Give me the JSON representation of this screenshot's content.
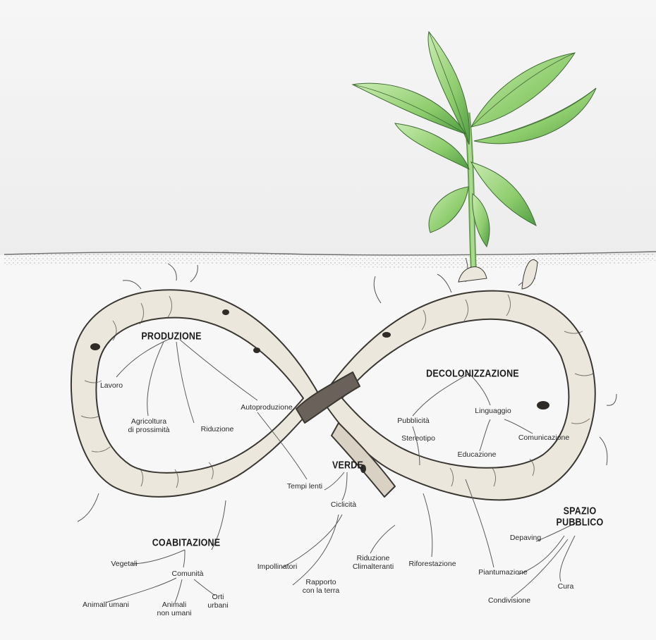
{
  "labels": {
    "produzione": "PRODUZIONE",
    "lavoro": "Lavoro",
    "agricoltura": "Agricoltura\ndi prossimità",
    "riduzione": "Riduzione",
    "autoproduzione": "Autoproduzione",
    "decolonizzazione": "DECOLONIZZAZIONE",
    "pubblicita": "Pubblicità",
    "stereotipo": "Stereotipo",
    "linguaggio": "Linguaggio",
    "comunicazione": "Comunicazione",
    "educazione": "Educazione",
    "verde": "VERDE",
    "tempi_lenti": "Tempi lenti",
    "ciclicita": "Ciclicità",
    "coabitazione": "COABITAZIONE",
    "vegetali": "Vegetali",
    "comunita": "Comunità",
    "animali_umani": "Animali umani",
    "animali_non_umani": "Animali\nnon umani",
    "orti_urbani": "Orti\nurbani",
    "impollinatori": "Impollinatori",
    "rapporto_terra": "Rapporto\ncon la terra",
    "riduzione_climalteranti": "Riduzione\nClimalteranti",
    "riforestazione": "Riforestazione",
    "piantumazione": "Piantumazione",
    "spazio_pubblico": "SPAZIO\nPUBBLICO",
    "depaving": "Depaving",
    "cura": "Cura",
    "condivisione": "Condivisione"
  },
  "colors": {
    "root": "#ece7dc",
    "root_stroke": "#3b3833",
    "soil_line": "#6f6f6f",
    "leaf_light": "#a9dc8e",
    "leaf_dark": "#5fae4f",
    "stem": "#8fca6e",
    "line": "#555555"
  }
}
